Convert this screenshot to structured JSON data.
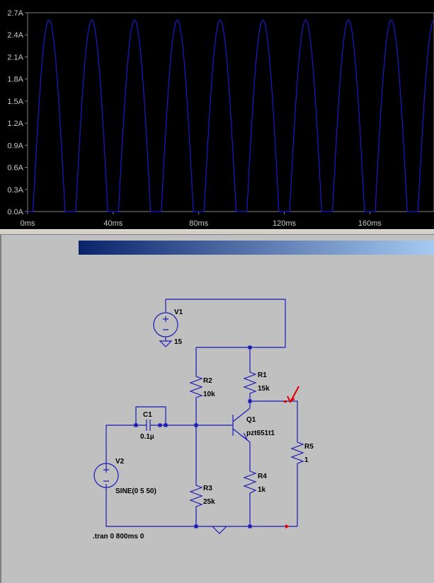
{
  "plot": {
    "y_ticks": [
      "2.7A",
      "2.4A",
      "2.1A",
      "1.8A",
      "1.5A",
      "1.2A",
      "0.9A",
      "0.6A",
      "0.3A",
      "0.0A"
    ],
    "x_ticks": [
      "0ms",
      "40ms",
      "80ms",
      "120ms",
      "160ms"
    ],
    "trace_color": "#1a1acc",
    "chart_data": {
      "type": "line",
      "xlabel": "",
      "ylabel": "",
      "xlim": [
        0,
        190
      ],
      "ylim": [
        0,
        2.7
      ],
      "period_ms": 20,
      "conduction_ms": [
        2.5,
        17.5
      ],
      "peak": 2.6,
      "note_series_unlabeled": ""
    }
  },
  "schematic": {
    "V1": {
      "name": "V1",
      "value": "15"
    },
    "V2": {
      "name": "V2",
      "value": "SINE(0 5 50)"
    },
    "R1": {
      "name": "R1",
      "value": "15k"
    },
    "R2": {
      "name": "R2",
      "value": "10k"
    },
    "R3": {
      "name": "R3",
      "value": "25k"
    },
    "R4": {
      "name": "R4",
      "value": "1k"
    },
    "R5": {
      "name": "R5",
      "value": "1"
    },
    "C1": {
      "name": "C1",
      "value": "0.1µ"
    },
    "Q1": {
      "name": "Q1",
      "value": "pzt651t1"
    },
    "directive": ".tran 0 800ms 0"
  }
}
